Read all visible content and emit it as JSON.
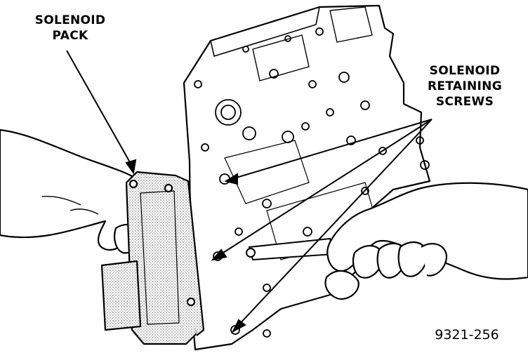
{
  "labels": {
    "solenoid_pack": [
      "SOLENOID",
      "PACK"
    ],
    "retaining_screws": [
      "SOLENOID",
      "RETAINING",
      "SCREWS"
    ]
  },
  "figure_id": "9321-256",
  "colors": {
    "ink": "#000000",
    "paper": "#ffffff",
    "stipple": "#8a8a8a"
  }
}
